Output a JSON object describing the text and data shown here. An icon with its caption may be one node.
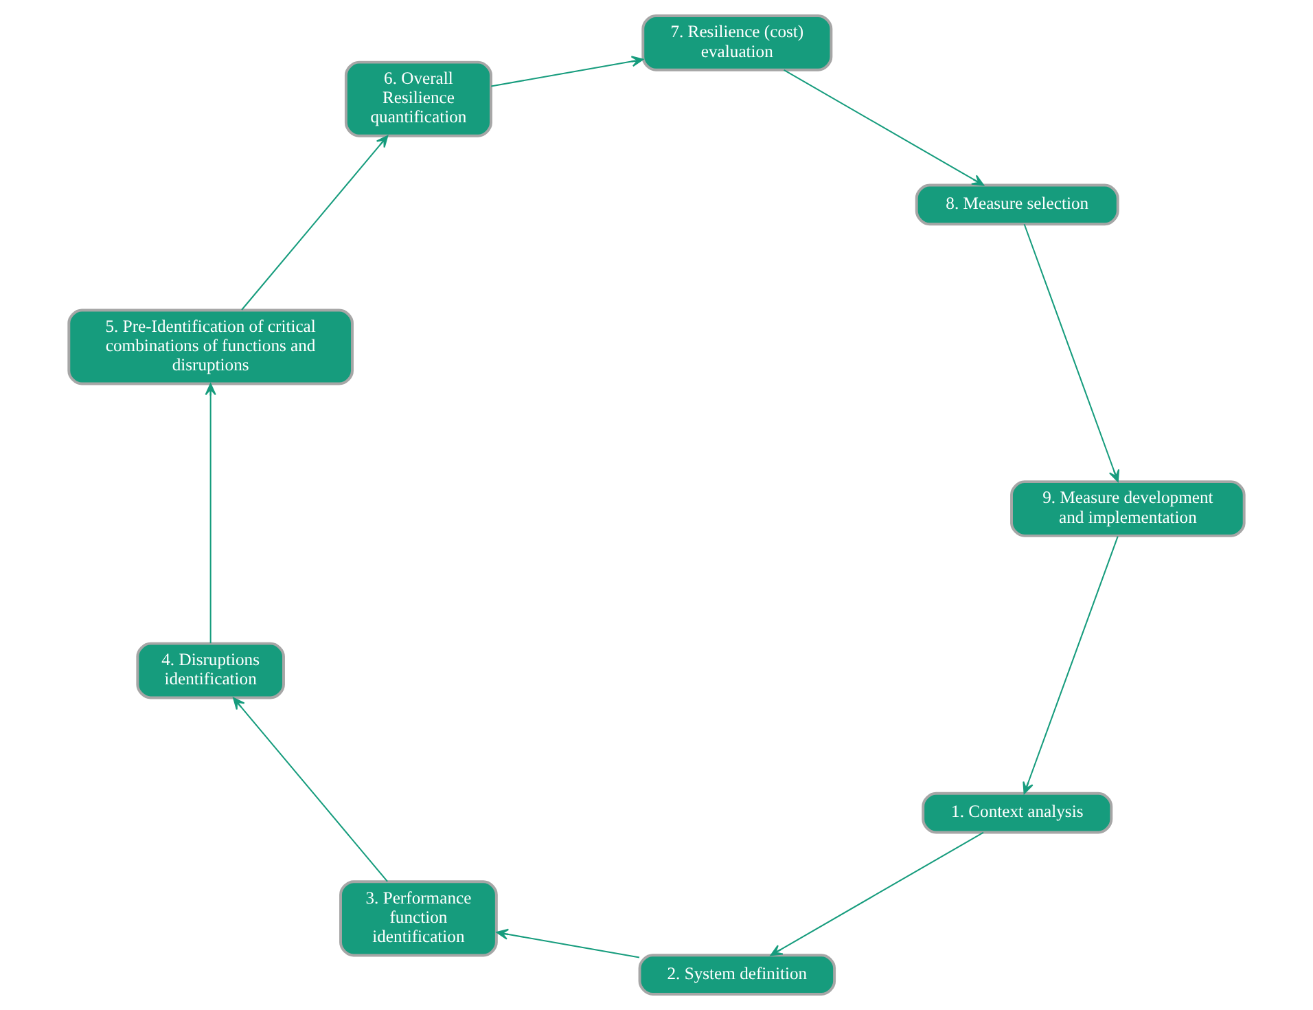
{
  "diagram": {
    "nodes": [
      {
        "text": [
          "1. Context analysis"
        ]
      },
      {
        "text": [
          "2. System definition"
        ]
      },
      {
        "text": [
          "3. Performance function identification"
        ]
      },
      {
        "text": [
          "4. Disruptions identification"
        ]
      },
      {
        "text": [
          "5. Pre-Identification of critical combinations of functions and disruptions"
        ]
      },
      {
        "text": [
          "6. Overall Resilience quantification"
        ]
      },
      {
        "text": [
          "7. Resilience (cost) evaluation"
        ]
      },
      {
        "text": [
          "8. Measure selection"
        ]
      },
      {
        "text": [
          "9. Measure development and implementation"
        ]
      }
    ],
    "edges": [
      {
        "from": 0,
        "to": 1,
        "arrow": "to"
      },
      {
        "from": 1,
        "to": 2,
        "arrow": "to"
      },
      {
        "from": 2,
        "to": 3,
        "arrow": "to"
      },
      {
        "from": 3,
        "to": 4,
        "arrow": "to"
      },
      {
        "from": 4,
        "to": 5,
        "arrow": "to"
      },
      {
        "from": 5,
        "to": 6,
        "arrow": "to"
      },
      {
        "from": 6,
        "to": 7,
        "arrow": "to"
      },
      {
        "from": 7,
        "to": 8,
        "arrow": "to"
      },
      {
        "from": 8,
        "to": 0,
        "arrow": "to"
      }
    ]
  }
}
